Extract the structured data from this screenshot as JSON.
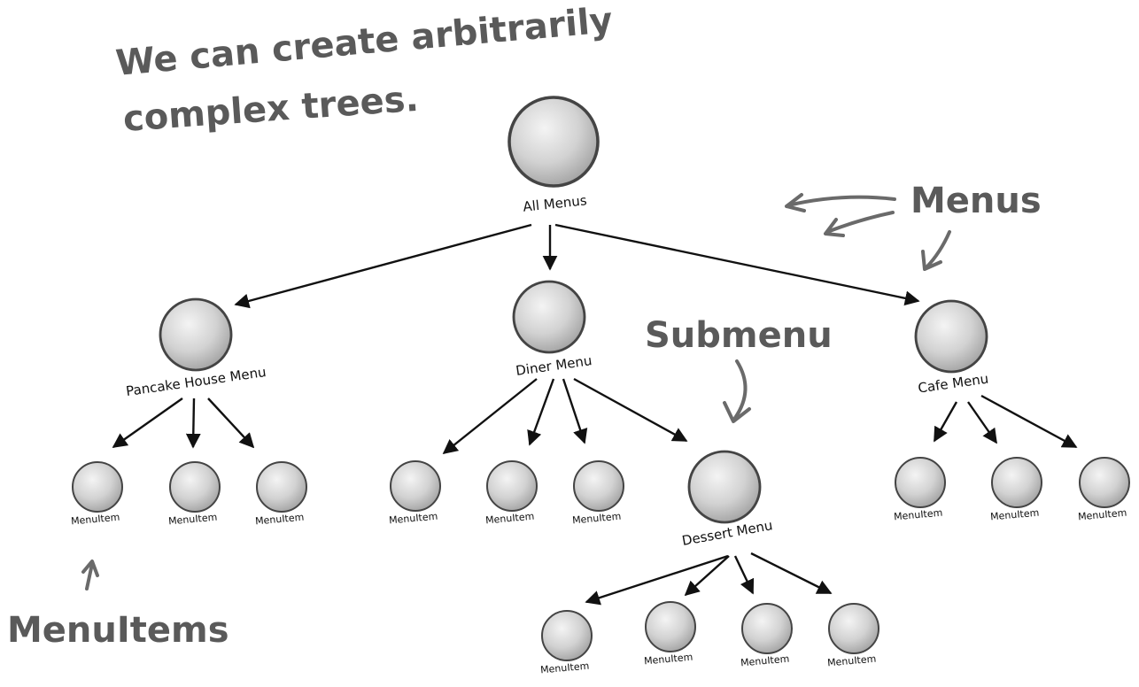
{
  "colors": {
    "background": "#ffffff",
    "node_fill": "#d6d6d6",
    "node_highlight": "#f2f2f2",
    "node_stroke": "#444444",
    "arrow": "#111111",
    "annotation_text": "#5a5a5a",
    "annotation_arrow": "#6a6a6a"
  },
  "annotations": {
    "title_line1": "We can create arbitrarily",
    "title_line2": "complex trees.",
    "menus": "Menus",
    "submenu": "Submenu",
    "menuitems": "MenuItems"
  },
  "tree": {
    "root": "All Menus",
    "menus": [
      {
        "id": "pancake",
        "label": "Pancake House Menu",
        "items": [
          "MenuItem",
          "MenuItem",
          "MenuItem"
        ]
      },
      {
        "id": "diner",
        "label": "Diner Menu",
        "items": [
          "MenuItem",
          "MenuItem",
          "MenuItem"
        ],
        "submenu": {
          "label": "Dessert Menu",
          "items": [
            "MenuItem",
            "MenuItem",
            "MenuItem",
            "MenuItem"
          ]
        }
      },
      {
        "id": "cafe",
        "label": "Cafe Menu",
        "items": [
          "MenuItem",
          "MenuItem",
          "MenuItem"
        ]
      }
    ]
  }
}
